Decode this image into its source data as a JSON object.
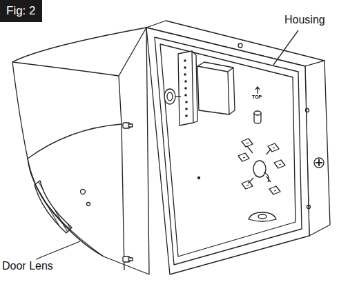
{
  "diagram": {
    "nodes": [
      {
        "text": [
          "Fig: 2"
        ]
      }
    ],
    "labels": [
      "Housing",
      "TOP",
      "Door Lens"
    ]
  }
}
